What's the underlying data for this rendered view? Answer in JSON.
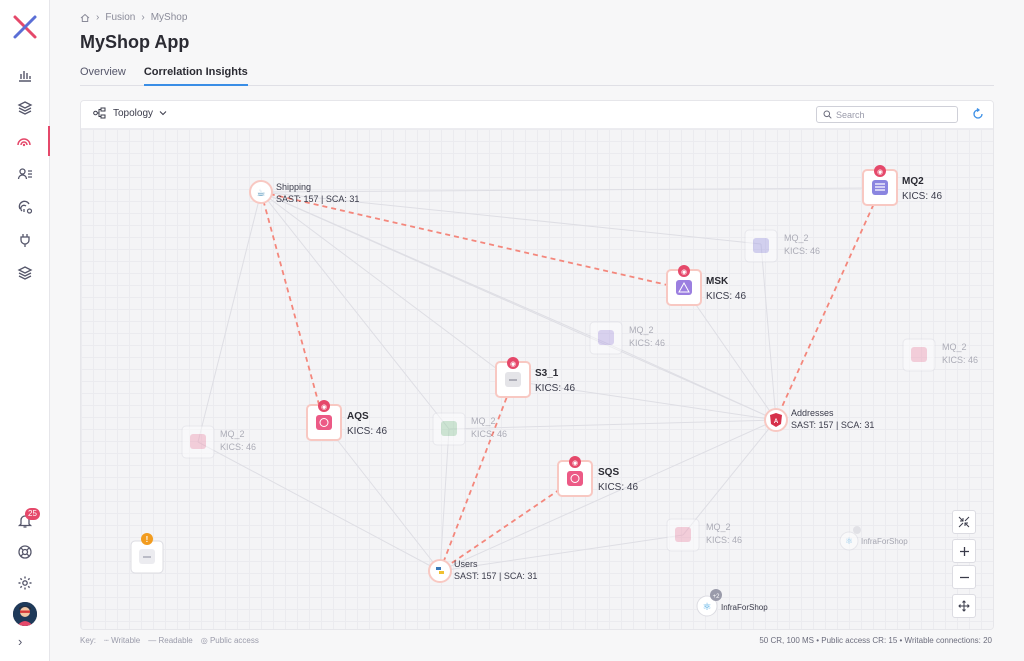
{
  "breadcrumb": {
    "level1": "Fusion",
    "level2": "MyShop"
  },
  "page": {
    "title": "MyShop App"
  },
  "tabs": [
    {
      "label": "Overview"
    },
    {
      "label": "Correlation Insights"
    }
  ],
  "toolbar": {
    "view_label": "Topology",
    "search_placeholder": "Search"
  },
  "sidebar": {
    "notification_count": "25"
  },
  "graph": {
    "nodes": {
      "shipping": {
        "name": "Shipping",
        "info": "SAST: 157 | SCA: 31"
      },
      "mq2": {
        "name": "MQ2",
        "info": "KICS: 46"
      },
      "mq_2_a": {
        "name": "MQ_2",
        "info": "KICS: 46"
      },
      "msk": {
        "name": "MSK",
        "info": "KICS: 46"
      },
      "mq_2_b": {
        "name": "MQ_2",
        "info": "KICS: 46"
      },
      "mq_2_c": {
        "name": "MQ_2",
        "info": "KICS: 46"
      },
      "s3_1": {
        "name": "S3_1",
        "info": "KICS: 46"
      },
      "aqs": {
        "name": "AQS",
        "info": "KICS: 46"
      },
      "mq_2_d": {
        "name": "MQ_2",
        "info": "KICS: 46"
      },
      "addresses": {
        "name": "Addresses",
        "info": "SAST: 157 | SCA: 31"
      },
      "mq_2_e": {
        "name": "MQ_2",
        "info": "KICS: 46"
      },
      "sqs": {
        "name": "SQS",
        "info": "KICS: 46"
      },
      "mq_2_f": {
        "name": "MQ_2",
        "info": "KICS: 46"
      },
      "infra_a": {
        "name": "InfraForShop",
        "badge": ""
      },
      "users": {
        "name": "Users",
        "info": "SAST: 157 | SCA: 31"
      },
      "infra_b": {
        "name": "InfraForShop",
        "badge": "+2"
      }
    }
  },
  "footer": {
    "key_label": "Key:",
    "writable": "Writable",
    "readable": "Readable",
    "public": "Public access",
    "stats": "50 CR, 100 MS  •  Public access CR: 15  •  Writable connections: 20"
  },
  "colors": {
    "accent": "#3a8ee6",
    "risk": "#f4877c",
    "brand_pink": "#e5486a"
  }
}
